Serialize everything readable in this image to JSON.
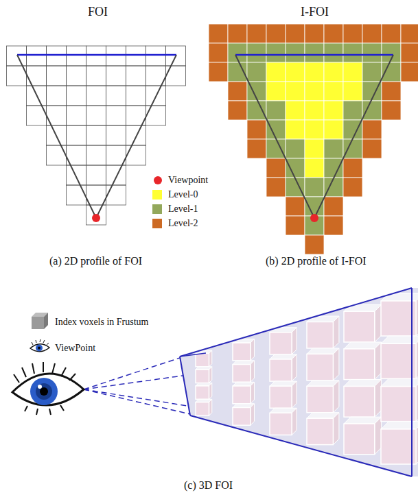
{
  "diagram": {
    "labels": [
      "FOI",
      "I-FOI",
      "(a) 2D profile of FOI",
      "(b) 2D profile of I-FOI",
      "(c) 3D FOI"
    ],
    "legend": [
      {
        "text": "Viewpoint",
        "color": "#e8262a"
      },
      {
        "text": "Level-0",
        "color": "#ffff33"
      },
      {
        "text": "Level-1",
        "color": "#93a85b"
      },
      {
        "text": "Level-2",
        "color": "#cc6a24"
      },
      {
        "text": "Index voxels in Frustum"
      },
      {
        "text": "ViewPoint"
      }
    ]
  }
}
